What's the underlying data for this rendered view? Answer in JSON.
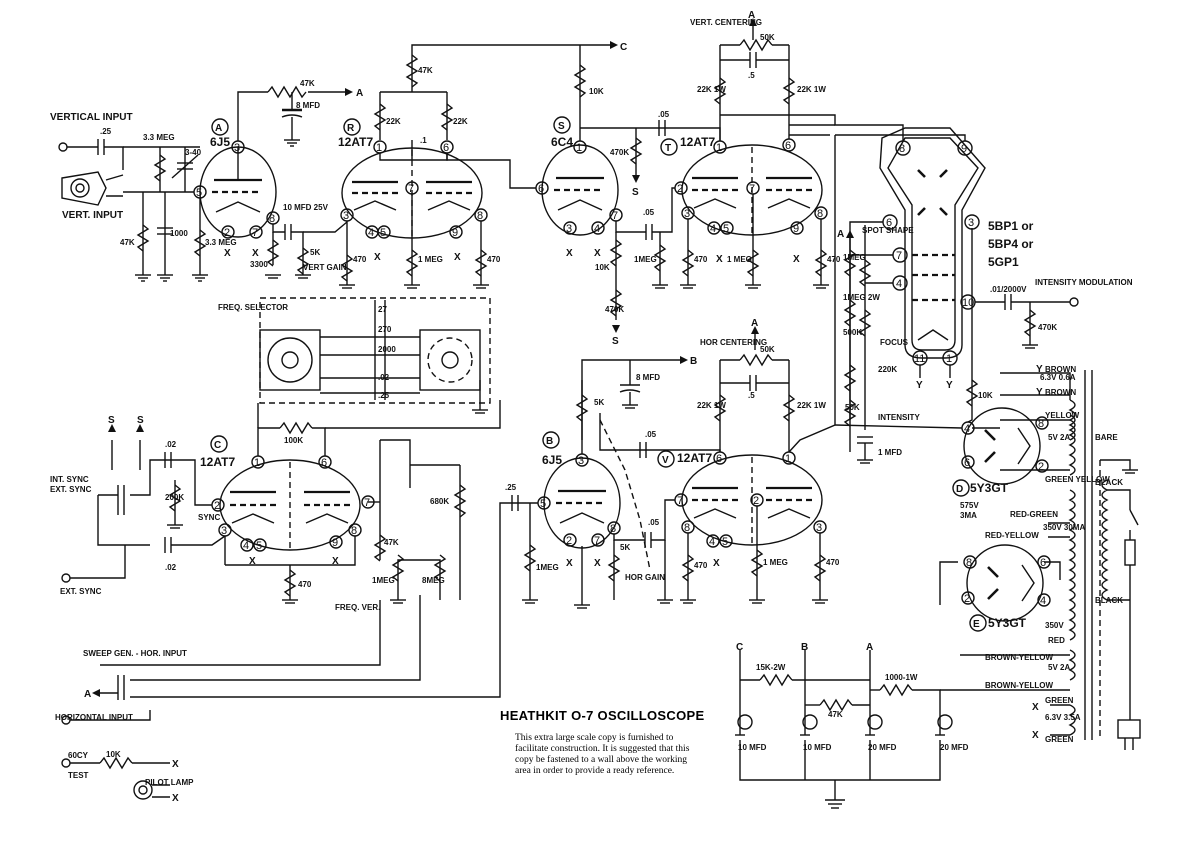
{
  "title": "HEATHKIT O-7 OSCILLOSCOPE",
  "note": "This extra large scale copy is furnished to facilitate construction. It is suggested that this copy be fastened to a wall above the working area in order to provide a ready reference.",
  "tubes": [
    {
      "id": "A",
      "type": "6J5",
      "letter": "A",
      "pins": [
        "3",
        "5",
        "2",
        "7",
        "8"
      ]
    },
    {
      "id": "R",
      "type": "12AT7",
      "letter": "R",
      "pins": [
        "1",
        "7",
        "6",
        "3",
        "4",
        "5",
        "8",
        "9"
      ]
    },
    {
      "id": "S",
      "type": "6C4",
      "letter": "S",
      "pins": [
        "1",
        "6",
        "3",
        "4",
        "7"
      ]
    },
    {
      "id": "T",
      "type": "12AT7",
      "letter": "T",
      "pins": [
        "1",
        "2",
        "7",
        "6",
        "3",
        "4",
        "5",
        "8",
        "9"
      ]
    },
    {
      "id": "C",
      "type": "12AT7",
      "letter": "C",
      "pins": [
        "1",
        "6",
        "2",
        "7",
        "3",
        "4",
        "5",
        "9",
        "8"
      ]
    },
    {
      "id": "B",
      "type": "6J5",
      "letter": "B",
      "pins": [
        "3",
        "5",
        "2",
        "7",
        "8"
      ]
    },
    {
      "id": "V",
      "type": "12AT7",
      "letter": "V",
      "pins": [
        "6",
        "1",
        "7",
        "2",
        "8",
        "4",
        "5",
        "3"
      ]
    },
    {
      "id": "D",
      "type": "5Y3GT",
      "letter": "D",
      "pins": [
        "8",
        "4",
        "6",
        "2"
      ]
    },
    {
      "id": "E",
      "type": "5Y3GT",
      "letter": "E",
      "pins": [
        "8",
        "6",
        "2",
        "4"
      ]
    }
  ],
  "crt": {
    "types": [
      "5BP1 or",
      "5BP4 or",
      "5GP1"
    ],
    "pins": [
      "8",
      "9",
      "6",
      "7",
      "4",
      "3",
      "10",
      "11",
      "1"
    ]
  },
  "labels": {
    "vertical_input": "VERTICAL INPUT",
    "vert_input": "VERT. INPUT",
    "vert_gain": "VERT GAIN",
    "vert_centering": "VERT. CENTERING",
    "hor_centering": "HOR CENTERING",
    "hor_gain": "HOR GAIN",
    "freq_selector": "FREQ. SELECTOR",
    "freq_ver": "FREQ. VER.",
    "int_sync": "INT. SYNC",
    "ext_sync_sw": "EXT. SYNC",
    "ext_sync": "EXT. SYNC",
    "sync": "SYNC",
    "sweep_gen": "SWEEP GEN. - HOR. INPUT",
    "horizontal_input": "HORIZONTAL INPUT",
    "test": "TEST",
    "cy60": "60CY",
    "pilot_lamp": "PILOT LAMP",
    "intensity_mod": "INTENSITY MODULATION",
    "spot_shape": "SPOT SHAPE",
    "focus": "FOCUS",
    "intensity": "INTENSITY",
    "bare": "BARE",
    "black": "BLACK",
    "brown": "BROWN",
    "yellow": "YELLOW",
    "green_yellow": "GREEN YELLOW",
    "red_green": "RED-GREEN",
    "red_yellow": "RED-YELLOW",
    "red": "RED",
    "brown_yellow": "BROWN-YELLOW",
    "green": "GREEN",
    "v575": "575V",
    "ma3": "3MA",
    "v350_30": "350V 30MA",
    "v350": "350V",
    "v63_06": "6.3V 0.6A",
    "v5_2a": "5V 2A",
    "v63_35": "6.3V 3.5A",
    "x": "X",
    "y": "Y"
  },
  "values": {
    "c25": ".25",
    "r33meg": "3.3 MEG",
    "c340": "3-40",
    "r47k": "47K",
    "c1000": "1000",
    "r33meg2": "3.3 MEG",
    "r47k_a": "47K",
    "c8mfd": "8 MFD",
    "r47k_top": "47K",
    "r22k_1": "22K",
    "r22k_2": "22K",
    "c1": ".1",
    "c10mfd": "10 MFD 25V",
    "r5k": "5K",
    "r3300": "3300",
    "r470_1": "470",
    "r1meg_1": "1 MEG",
    "r470_2": "470",
    "r10k_s": "10K",
    "r470k_s": "470K",
    "c05_s": ".05",
    "c05_t": ".05",
    "r10k_t": "10K",
    "r1meg_t": "1MEG",
    "r470k_t": "470K",
    "r470_t": "470",
    "r1meg_t2": "1 MEG",
    "r470_t2": "470",
    "r50k_vc": "50K",
    "r22k1w_a": "22K 1W",
    "r22k1w_b": "22K 1W",
    "c5_vc": ".5",
    "c27": "27",
    "c270": "270",
    "c2000": "2000",
    "c02": ".02",
    "c25b": ".25",
    "r100k": "100K",
    "c02a": ".02",
    "r200k": "200K",
    "c02b": ".02",
    "r470_c": "470",
    "r47k_c": "47K",
    "r1meg_c": "1MEG",
    "r680k": "680K",
    "r8meg": "8MEG",
    "c8mfd_b": "8 MFD",
    "r5k_b": "5K",
    "c05_b": ".05",
    "c25_b": ".25",
    "r1meg_b": "1MEG",
    "r5k_hg": "5K",
    "c05_v": ".05",
    "r470_v": "470",
    "r1meg_v": "1 MEG",
    "r470_v2": "470",
    "r50k_hc": "50K",
    "r22k1w_c": "22K 1W",
    "r22k1w_d": "22K 1W",
    "c5_hc": ".5",
    "r1meg_crt": "1MEG",
    "r1meg2w": "1MEG 2W",
    "r500k": "500K",
    "r220k": "220K",
    "r50k_int": "50K",
    "c1mfd": "1 MFD",
    "c01_2000": ".01/2000V",
    "r470k_im": "470K",
    "r10k_crt": "10K",
    "r15k2w": "15K-2W",
    "r1000_1w": "1000-1W",
    "r47k_ps": "47K",
    "c10mfd_1": "10 MFD",
    "c10mfd_2": "10 MFD",
    "c20mfd_1": "20 MFD",
    "c20mfd_2": "20 MFD",
    "r10k_test": "10K"
  },
  "nodes": {
    "a": "A",
    "b": "B",
    "c": "C",
    "s": "S"
  }
}
